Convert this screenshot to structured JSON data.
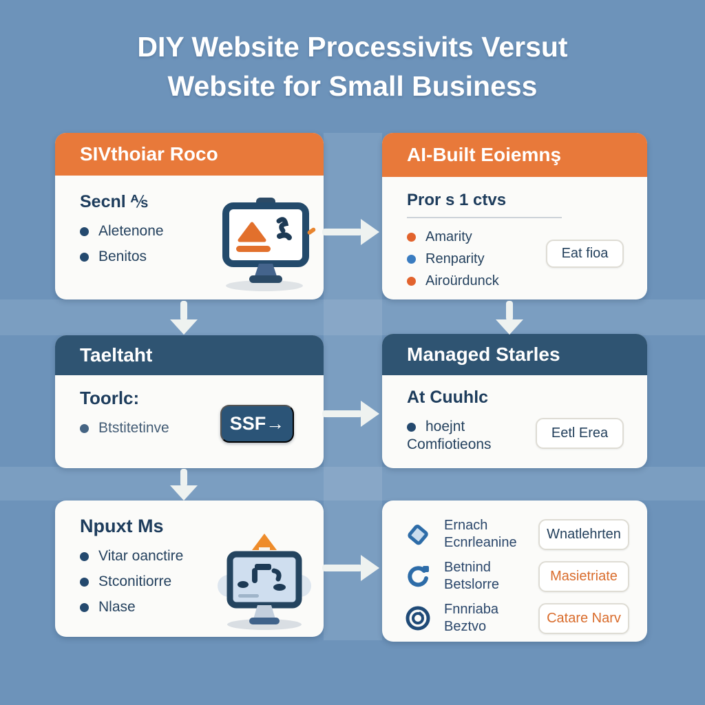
{
  "title": {
    "line1": "DIY Website Processivits Versut",
    "line2": "Website for Small Business"
  },
  "colors": {
    "background": "#6d93ba",
    "card": "#fbfbf9",
    "orange_header": "#e8793a",
    "navy_header": "#2f5472",
    "navy_text": "#1d3c5c",
    "bullet_orange": "#e2632d",
    "bullet_blue": "#3a7cc0",
    "button_navy": "#2b5477",
    "arrow": "#eef2f0"
  },
  "cards": {
    "top_left": {
      "header": "SIVthoiar Roco",
      "heading": "Secnl ⅍",
      "bullets": [
        "Aletenone",
        "Benitos"
      ],
      "icon": "monitor-chart-icon"
    },
    "top_right": {
      "header": "AI-Built Eoiemnş",
      "heading": "Pror s 1 ctvs",
      "bullets": [
        "Amarity",
        "Renparity",
        "Airoürdunck"
      ],
      "button": "Eat fioa"
    },
    "mid_left": {
      "header": "Taeltaht",
      "heading": "Toorlc:",
      "bullets": [
        "Btstitetinve"
      ],
      "button": "SSF→"
    },
    "mid_right": {
      "header": "Managed Starles",
      "heading": "At Cuuhlc",
      "bullets": [
        "hoejnt"
      ],
      "subtext": "Comfiotieons",
      "button": "Eetl Erea"
    },
    "bottom_left": {
      "heading": "Npuxt Ms",
      "bullets": [
        "Vitar oanctire",
        "Stconitiorre",
        "Nlase"
      ],
      "icon": "monitor-upload-icon"
    },
    "bottom_right": {
      "rows": [
        {
          "icon": "diamond-icon",
          "line1": "Ernach",
          "line2": "Ecnrleanine",
          "button": "Wnatlehrten"
        },
        {
          "icon": "refresh-circle-icon",
          "line1": "Betnind",
          "line2": "Betslorre",
          "button": "Masietriate"
        },
        {
          "icon": "target-arrow-icon",
          "line1": "Fnnriaba",
          "line2": "Beztvo",
          "button": "Catare Narv"
        }
      ]
    }
  }
}
